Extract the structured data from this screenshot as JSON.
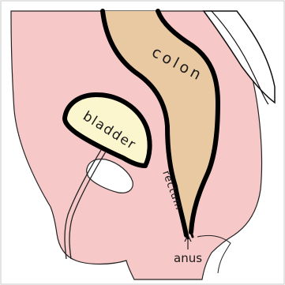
{
  "labels": {
    "colon": "colon",
    "bladder": "bladder",
    "rectum": "rectum",
    "anus": "anus"
  },
  "colors": {
    "body_tissue": "#f7c8c8",
    "colon_fill": "#e8c9a1",
    "bladder_fill": "#fcf6cf",
    "outline": "#000000",
    "background": "#ffffff"
  }
}
